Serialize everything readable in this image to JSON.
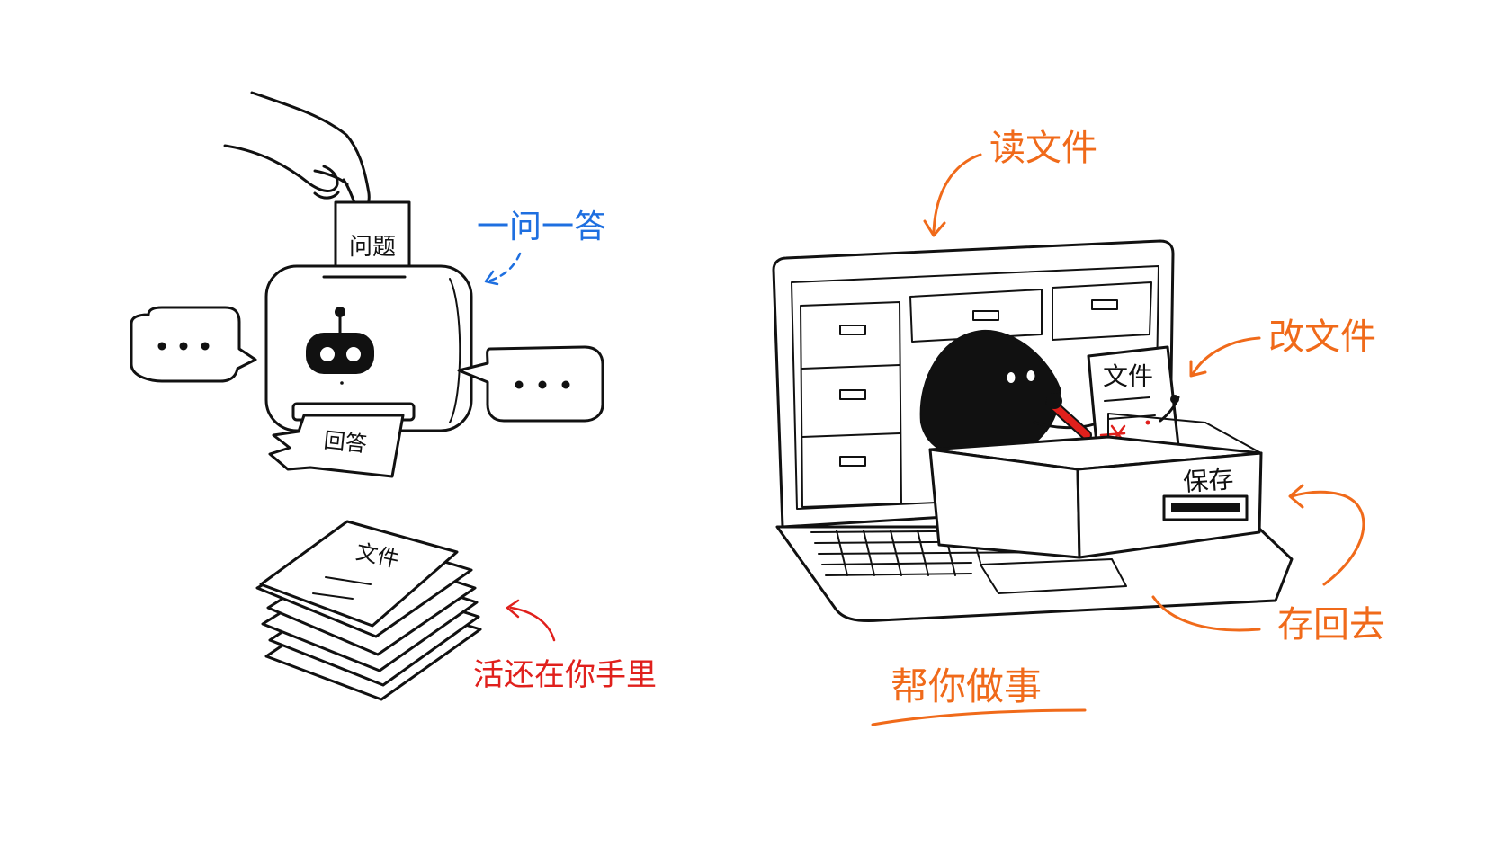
{
  "labels": {
    "question": "问题",
    "answer": "回答",
    "qa": "一问一答",
    "file_stack": "文件",
    "still_yours": "活还在你手里",
    "read_file": "读文件",
    "edit_file": "改文件",
    "file_doc": "文件",
    "save": "保存",
    "save_back": "存回去",
    "do_for_you": "帮你做事"
  },
  "colors": {
    "blue": "#1e6fe0",
    "red": "#e0201c",
    "orange": "#f06a1a",
    "ink": "#111111"
  }
}
